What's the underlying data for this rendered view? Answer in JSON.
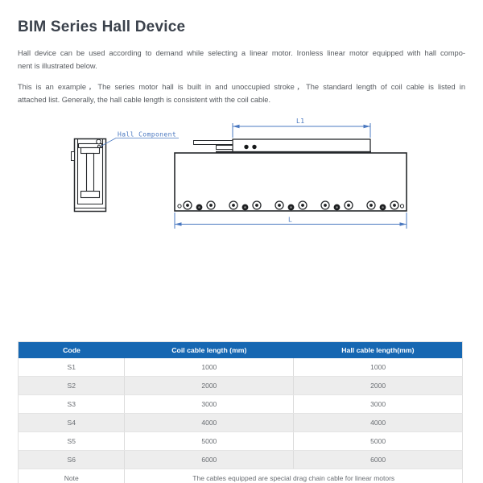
{
  "page": {
    "title": "BIM Series Hall Device"
  },
  "paragraphs": {
    "p1_line1": "Hall device can be used according to demand while selecting a linear motor. Ironless linear motor equipped with hall compo-",
    "p1_line2": "nent is illustrated below.",
    "p2_line1": "This is an example，The series motor hall is built in and unoccupied stroke，The standard length of coil cable is listed in",
    "p2_line2": "attached list. Generally, the hall cable length is consistent with the coil cable."
  },
  "diagram": {
    "hall_component_label": "Hall Component",
    "dim_top_label": "L1",
    "dim_bottom_label": "L",
    "line_color": "#26292c",
    "dimension_color": "#4a78c0"
  },
  "table": {
    "header_bg": "#1667b2",
    "headers": [
      "Code",
      "Coil cable length (mm)",
      "Hall cable length(mm)"
    ],
    "rows": [
      {
        "code": "S1",
        "coil": "1000",
        "hall": "1000"
      },
      {
        "code": "S2",
        "coil": "2000",
        "hall": "2000"
      },
      {
        "code": "S3",
        "coil": "3000",
        "hall": "3000"
      },
      {
        "code": "S4",
        "coil": "4000",
        "hall": "4000"
      },
      {
        "code": "S5",
        "coil": "5000",
        "hall": "5000"
      },
      {
        "code": "S6",
        "coil": "6000",
        "hall": "6000"
      }
    ],
    "note_label": "Note",
    "note_text": "The cables equipped are special drag chain cable for linear motors"
  }
}
